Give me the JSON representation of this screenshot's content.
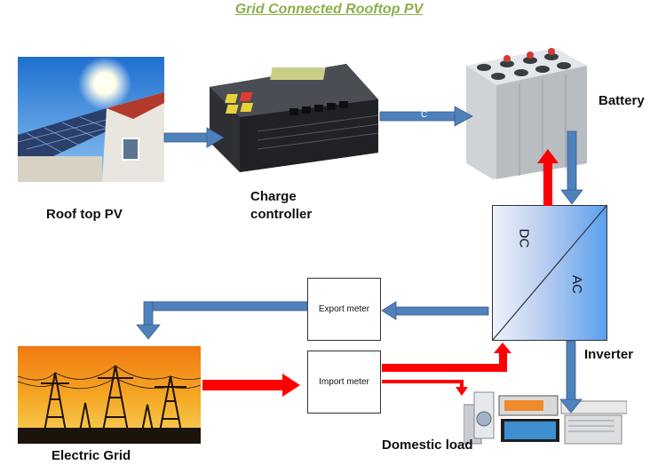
{
  "title": "Grid Connected Rooftop PV",
  "components": {
    "rooftop_pv": "Roof top PV",
    "charge_controller": [
      "Charge",
      "controller"
    ],
    "battery": "Battery",
    "inverter": "Inverter",
    "inverter_dc": "DC",
    "inverter_ac": "AC",
    "export_meter": "Export meter",
    "import_meter": "Import meter",
    "electric_grid": "Electric Grid",
    "domestic_load": "Domestic load"
  },
  "arrow_labels": {
    "controller_to_battery": "C"
  },
  "colors": {
    "dc_flow": "#4f81bd",
    "grid_flow": "#ff0000",
    "title": "#8db04a"
  }
}
